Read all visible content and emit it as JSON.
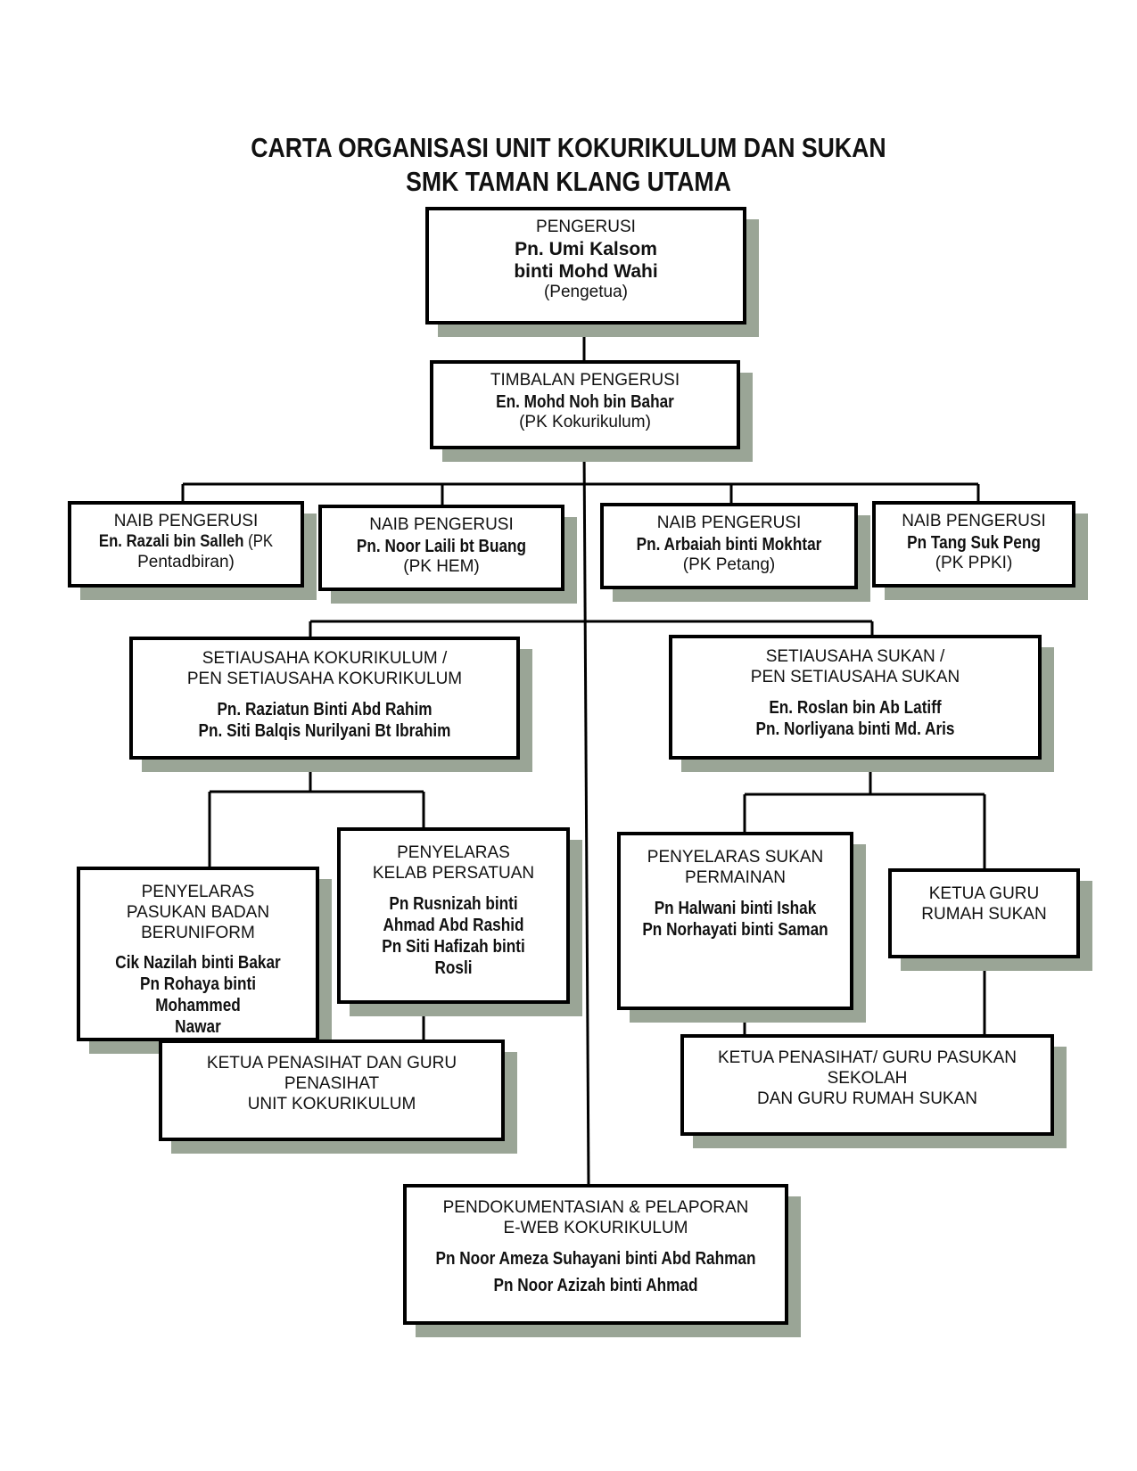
{
  "title": {
    "line1": "CARTA ORGANISASI UNIT KOKURIKULUM DAN SUKAN",
    "line2": "SMK TAMAN KLANG UTAMA"
  },
  "pengerusi": {
    "role": "PENGERUSI",
    "name": "Pn. Umi Kalsom\nbinti Mohd Wahi",
    "note": "(Pengetua)"
  },
  "timbalan": {
    "role": "TIMBALAN PENGERUSI",
    "name": "En. Mohd Noh bin Bahar",
    "note": "(PK Kokurikulum)"
  },
  "naib": [
    {
      "role": "NAIB   PENGERUSI",
      "name": "En. Razali bin Salleh",
      "note1": " (PK",
      "note2": "Pentadbiran)"
    },
    {
      "role": "NAIB PENGERUSI",
      "name": "Pn. Noor Laili bt Buang",
      "note": "(PK HEM)"
    },
    {
      "role": "NAIB PENGERUSI",
      "name": "Pn. Arbaiah binti Mokhtar",
      "note": "(PK Petang)"
    },
    {
      "role": "NAIB PENGERUSI",
      "name": "Pn Tang Suk Peng",
      "note": "(PK PPKI)"
    }
  ],
  "setiausaha_koku": {
    "role": "SETIAUSAHA KOKURIKULUM /\nPEN SETIAUSAHA KOKURIKULUM",
    "name1": "Pn. Raziatun Binti Abd Rahim",
    "name2": "Pn. Siti Balqis Nurilyani Bt Ibrahim"
  },
  "setiausaha_sukan": {
    "role": "SETIAUSAHA SUKAN /\nPEN SETIAUSAHA SUKAN",
    "name1": "En. Roslan bin Ab Latiff",
    "name2": "Pn. Norliyana binti Md. Aris"
  },
  "penyelaras_pbb": {
    "role": "PENYELARAS\nPASUKAN BADAN\nBERUNIFORM",
    "names": "Cik Nazilah binti Bakar\nPn Rohaya binti Mohammed\nNawar"
  },
  "penyelaras_kelab": {
    "role": "PENYELARAS\nKELAB PERSATUAN",
    "names": "Pn Rusnizah binti\nAhmad Abd Rashid\nPn Siti Hafizah binti\nRosli"
  },
  "penyelaras_sukan": {
    "role": "PENYELARAS SUKAN\nPERMAINAN",
    "names": "Pn Halwani binti Ishak\nPn Norhayati binti Saman"
  },
  "ketua_guru_rumah": {
    "role": "KETUA GURU\nRUMAH SUKAN"
  },
  "ketua_penasihat_koku": {
    "role": "KETUA PENASIHAT DAN GURU\nPENASIHAT\nUNIT KOKURIKULUM"
  },
  "ketua_penasihat_sukan": {
    "role": "KETUA PENASIHAT/ GURU PASUKAN\nSEKOLAH\nDAN GURU RUMAH SUKAN"
  },
  "pendokumentasian": {
    "role": "PENDOKUMENTASIAN & PELAPORAN\nE-WEB KOKURIKULUM",
    "name1": "Pn Noor Ameza Suhayani binti Abd Rahman",
    "name2": "Pn Noor Azizah binti Ahmad"
  },
  "colors": {
    "shadow": "#9aa596",
    "border": "#000000",
    "line": "#000000"
  }
}
